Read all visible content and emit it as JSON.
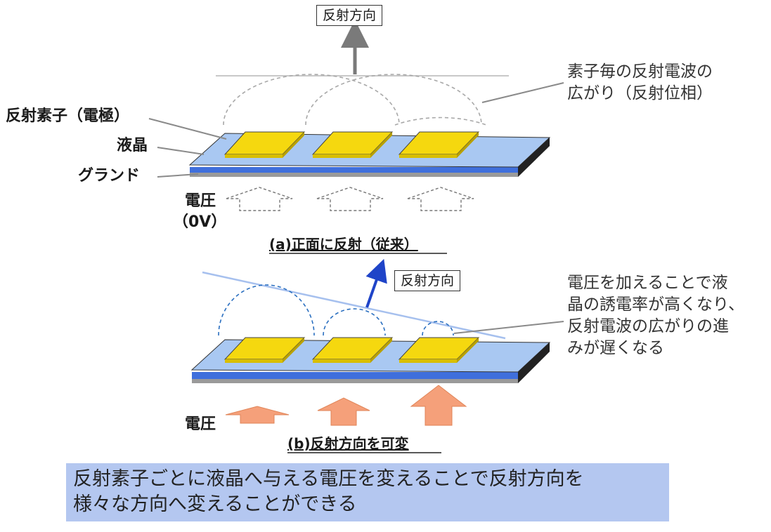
{
  "panel_a": {
    "direction_label": "反射方向",
    "labels": {
      "element": "反射素子（電極）",
      "liquid_crystal": "液晶",
      "ground": "グランド",
      "voltage": "電圧",
      "voltage_value": "（0V）"
    },
    "annotation": [
      "素子毎の反射電波の",
      "広がり（反射位相）"
    ],
    "caption": "(a)正面に反射（従来）"
  },
  "panel_b": {
    "direction_label": "反射方向",
    "voltage_label": "電圧",
    "annotation": [
      "電圧を加えることで液",
      "晶の誘電率が高くなり、",
      "反射電波の広がりの進",
      "みが遅くなる"
    ],
    "caption": "(b)反射方向を可変"
  },
  "summary": [
    "反射素子ごとに液晶へ与える電圧を変えることで反射方向を",
    "様々な方向へ変えることができる"
  ],
  "colors": {
    "element": "#f5d80f",
    "substrate": "#a9c8f2",
    "liquid_crystal_layer": "#3f6fdc",
    "ground_layer": "#9a9a9a",
    "voltage_arrow": "#f5a07a",
    "direction_arrow_b": "#1f44c8",
    "wave_b": "#2a6fc0",
    "banner": "#b4c7f0"
  }
}
